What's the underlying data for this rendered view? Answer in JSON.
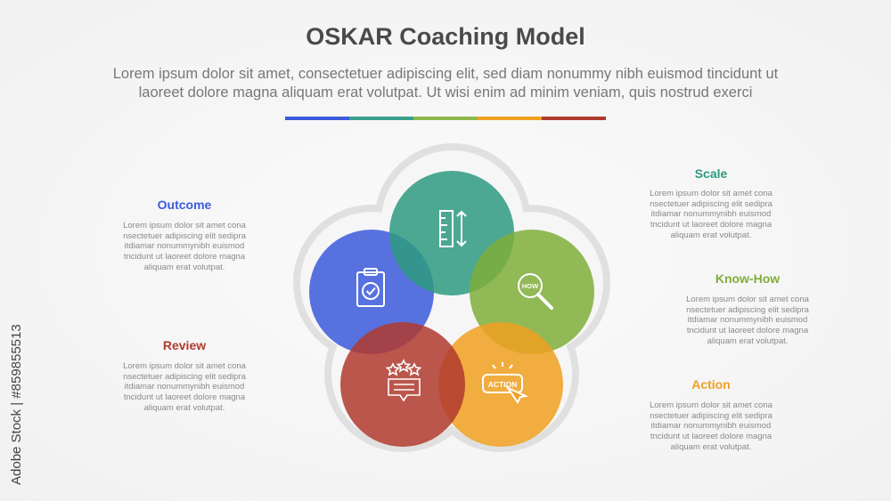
{
  "header": {
    "title": "OSKAR Coaching Model",
    "subtitle_line1": "Lorem ipsum dolor sit amet, consectetuer adipiscing elit, sed diam nonummy nibh euismod tincidunt ut",
    "subtitle_line2": "laoreet dolore magna aliquam erat volutpat. Ut wisi enim ad minim veniam, quis nostrud exerci"
  },
  "divider_colors": [
    "#3b5bdb",
    "#3ba08a",
    "#8db84a",
    "#f0a020",
    "#b03a2e"
  ],
  "items": [
    {
      "label": "Outcome",
      "color": "#3b5bdb",
      "icon": "clipboard-check-icon",
      "desc": [
        "Lorem ipsum dolor sit amet cona",
        "nsectetuer adipiscing elit sedipra",
        "itdiamar nonummynibh euismod",
        "tncidunt ut laoreet dolore magna",
        "aliquam erat volutpat."
      ]
    },
    {
      "label": "Scale",
      "color": "#2e9a80",
      "icon": "ruler-icon",
      "desc": [
        "Lorem ipsum dolor sit amet cona",
        "nsectetuer adipiscing elit sedipra",
        "itdiamar nonummynibh euismod",
        "tncidunt ut laoreet dolore magna",
        "aliquam erat volutpat."
      ]
    },
    {
      "label": "Know-How",
      "color": "#7fae3a",
      "icon": "magnifier-icon",
      "icon_text": "HOW",
      "desc": [
        "Lorem ipsum dolor sit amet cona",
        "nsectetuer adipiscing elit sedipra",
        "itdiamar nonummynibh euismod",
        "tncidunt ut laoreet dolore magna",
        "aliquam erat volutpat."
      ]
    },
    {
      "label": "Action",
      "color": "#f0a020",
      "icon": "action-click-icon",
      "icon_text": "ACTION",
      "desc": [
        "Lorem ipsum dolor sit amet cona",
        "nsectetuer adipiscing elit sedipra",
        "itdiamar nonummynibh euismod",
        "tncidunt ut laoreet dolore magna",
        "aliquam erat volutpat."
      ]
    },
    {
      "label": "Review",
      "color": "#b03a2e",
      "icon": "review-stars-icon",
      "desc": [
        "Lorem ipsum dolor sit amet cona",
        "nsectetuer adipiscing elit sedipra",
        "itdiamar nonummynibh euismod",
        "tncidunt ut laoreet dolore magna",
        "aliquam erat volutpat."
      ]
    }
  ],
  "watermark": "Adobe Stock | #859855513"
}
